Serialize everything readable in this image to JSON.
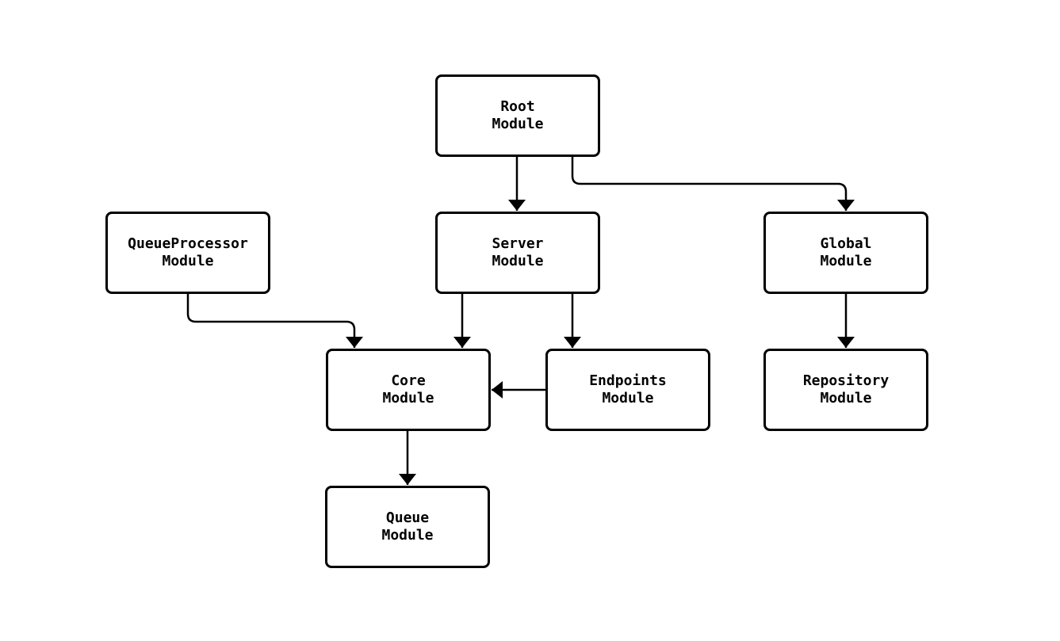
{
  "diagram": {
    "type": "flowchart",
    "background_color": "#ffffff",
    "node_fill_color": "#ffffff",
    "node_border_color": "#000000",
    "edge_color": "#000000",
    "text_color": "#000000",
    "nodes": [
      {
        "id": "root",
        "label": "Root\nModule"
      },
      {
        "id": "server",
        "label": "Server\nModule"
      },
      {
        "id": "global",
        "label": "Global\nModule"
      },
      {
        "id": "queueprocessor",
        "label": "QueueProcessor\nModule"
      },
      {
        "id": "core",
        "label": "Core\nModule"
      },
      {
        "id": "endpoints",
        "label": "Endpoints\nModule"
      },
      {
        "id": "repository",
        "label": "Repository\nModule"
      },
      {
        "id": "queue",
        "label": "Queue\nModule"
      }
    ],
    "edges": [
      {
        "from": "Root Module",
        "to": "Server Module"
      },
      {
        "from": "Root Module",
        "to": "Global Module"
      },
      {
        "from": "QueueProcessor Module",
        "to": "Core Module"
      },
      {
        "from": "Server Module",
        "to": "Core Module"
      },
      {
        "from": "Server Module",
        "to": "Endpoints Module"
      },
      {
        "from": "Endpoints Module",
        "to": "Core Module"
      },
      {
        "from": "Global Module",
        "to": "Repository Module"
      },
      {
        "from": "Core Module",
        "to": "Queue Module"
      }
    ]
  }
}
